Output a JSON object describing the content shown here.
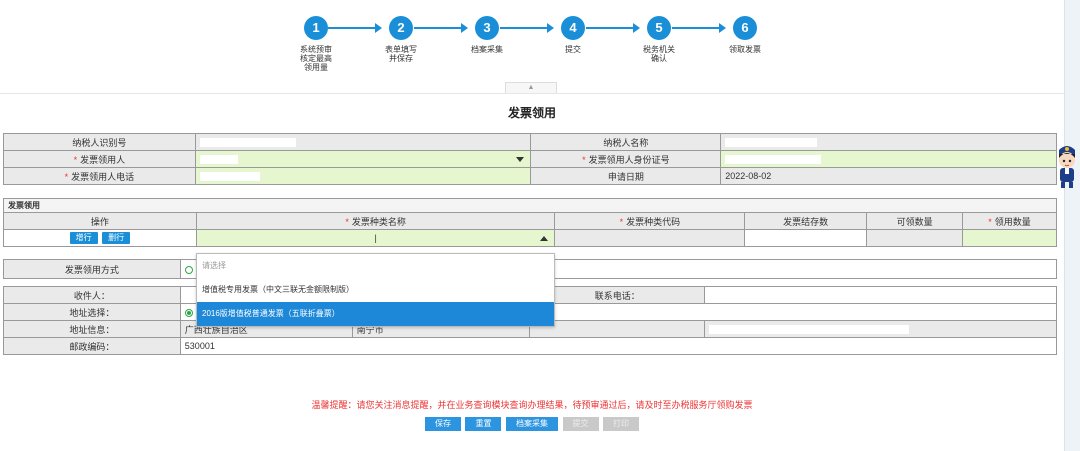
{
  "steps": [
    {
      "num": "1",
      "label": "系统预审\n核定最高\n领用量"
    },
    {
      "num": "2",
      "label": "表单填写\n并保存"
    },
    {
      "num": "3",
      "label": "档案采集"
    },
    {
      "num": "4",
      "label": "提交"
    },
    {
      "num": "5",
      "label": "税务机关\n确认"
    },
    {
      "num": "6",
      "label": "领取发票"
    }
  ],
  "collapse_glyph": "▲",
  "page_title": "发票领用",
  "taxpayer": {
    "id_label": "纳税人识别号",
    "name_label": "纳税人名称",
    "recipient_label": "发票领用人",
    "recipient_id_label": "发票领用人身份证号",
    "phone_label": "发票领用人电话",
    "apply_date_label": "申请日期",
    "apply_date": "2022-08-02",
    "required_mark": "*"
  },
  "invoice_section": {
    "title": "发票领用",
    "headers": {
      "op": "操作",
      "type_name": "发票种类名称",
      "type_code": "发票种类代码",
      "stock": "发票结存数",
      "available": "可领数量",
      "qty": "领用数量"
    },
    "add_row_label": "增行",
    "del_row_label": "删行",
    "selected_text": "|"
  },
  "dropdown_options": [
    "请选择",
    "增值税专用发票（中文三联无金额限制版）",
    "2016版增值税普通发票（五联折叠票）"
  ],
  "method_label": "发票领用方式",
  "address": {
    "receiver_label": "收件人：",
    "phone_label": "联系电话：",
    "select_label": "地址选择：",
    "info_label": "地址信息：",
    "province": "广西壮族自治区",
    "city": "南宁市",
    "zip_label": "邮政编码：",
    "zip": "530001"
  },
  "warning": "温馨提醒：请您关注消息提醒，并在业务查询模块查询办理结果，待预审通过后，请及时至办税服务厅领购发票",
  "buttons": {
    "save": "保存",
    "reset": "重置",
    "archive": "档案采集",
    "submit": "提交",
    "print": "打印"
  },
  "colors": {
    "accent": "#1a8fd8",
    "required": "#ee3333",
    "editable": "#e6f7cf",
    "highlight": "#1e88d8"
  }
}
